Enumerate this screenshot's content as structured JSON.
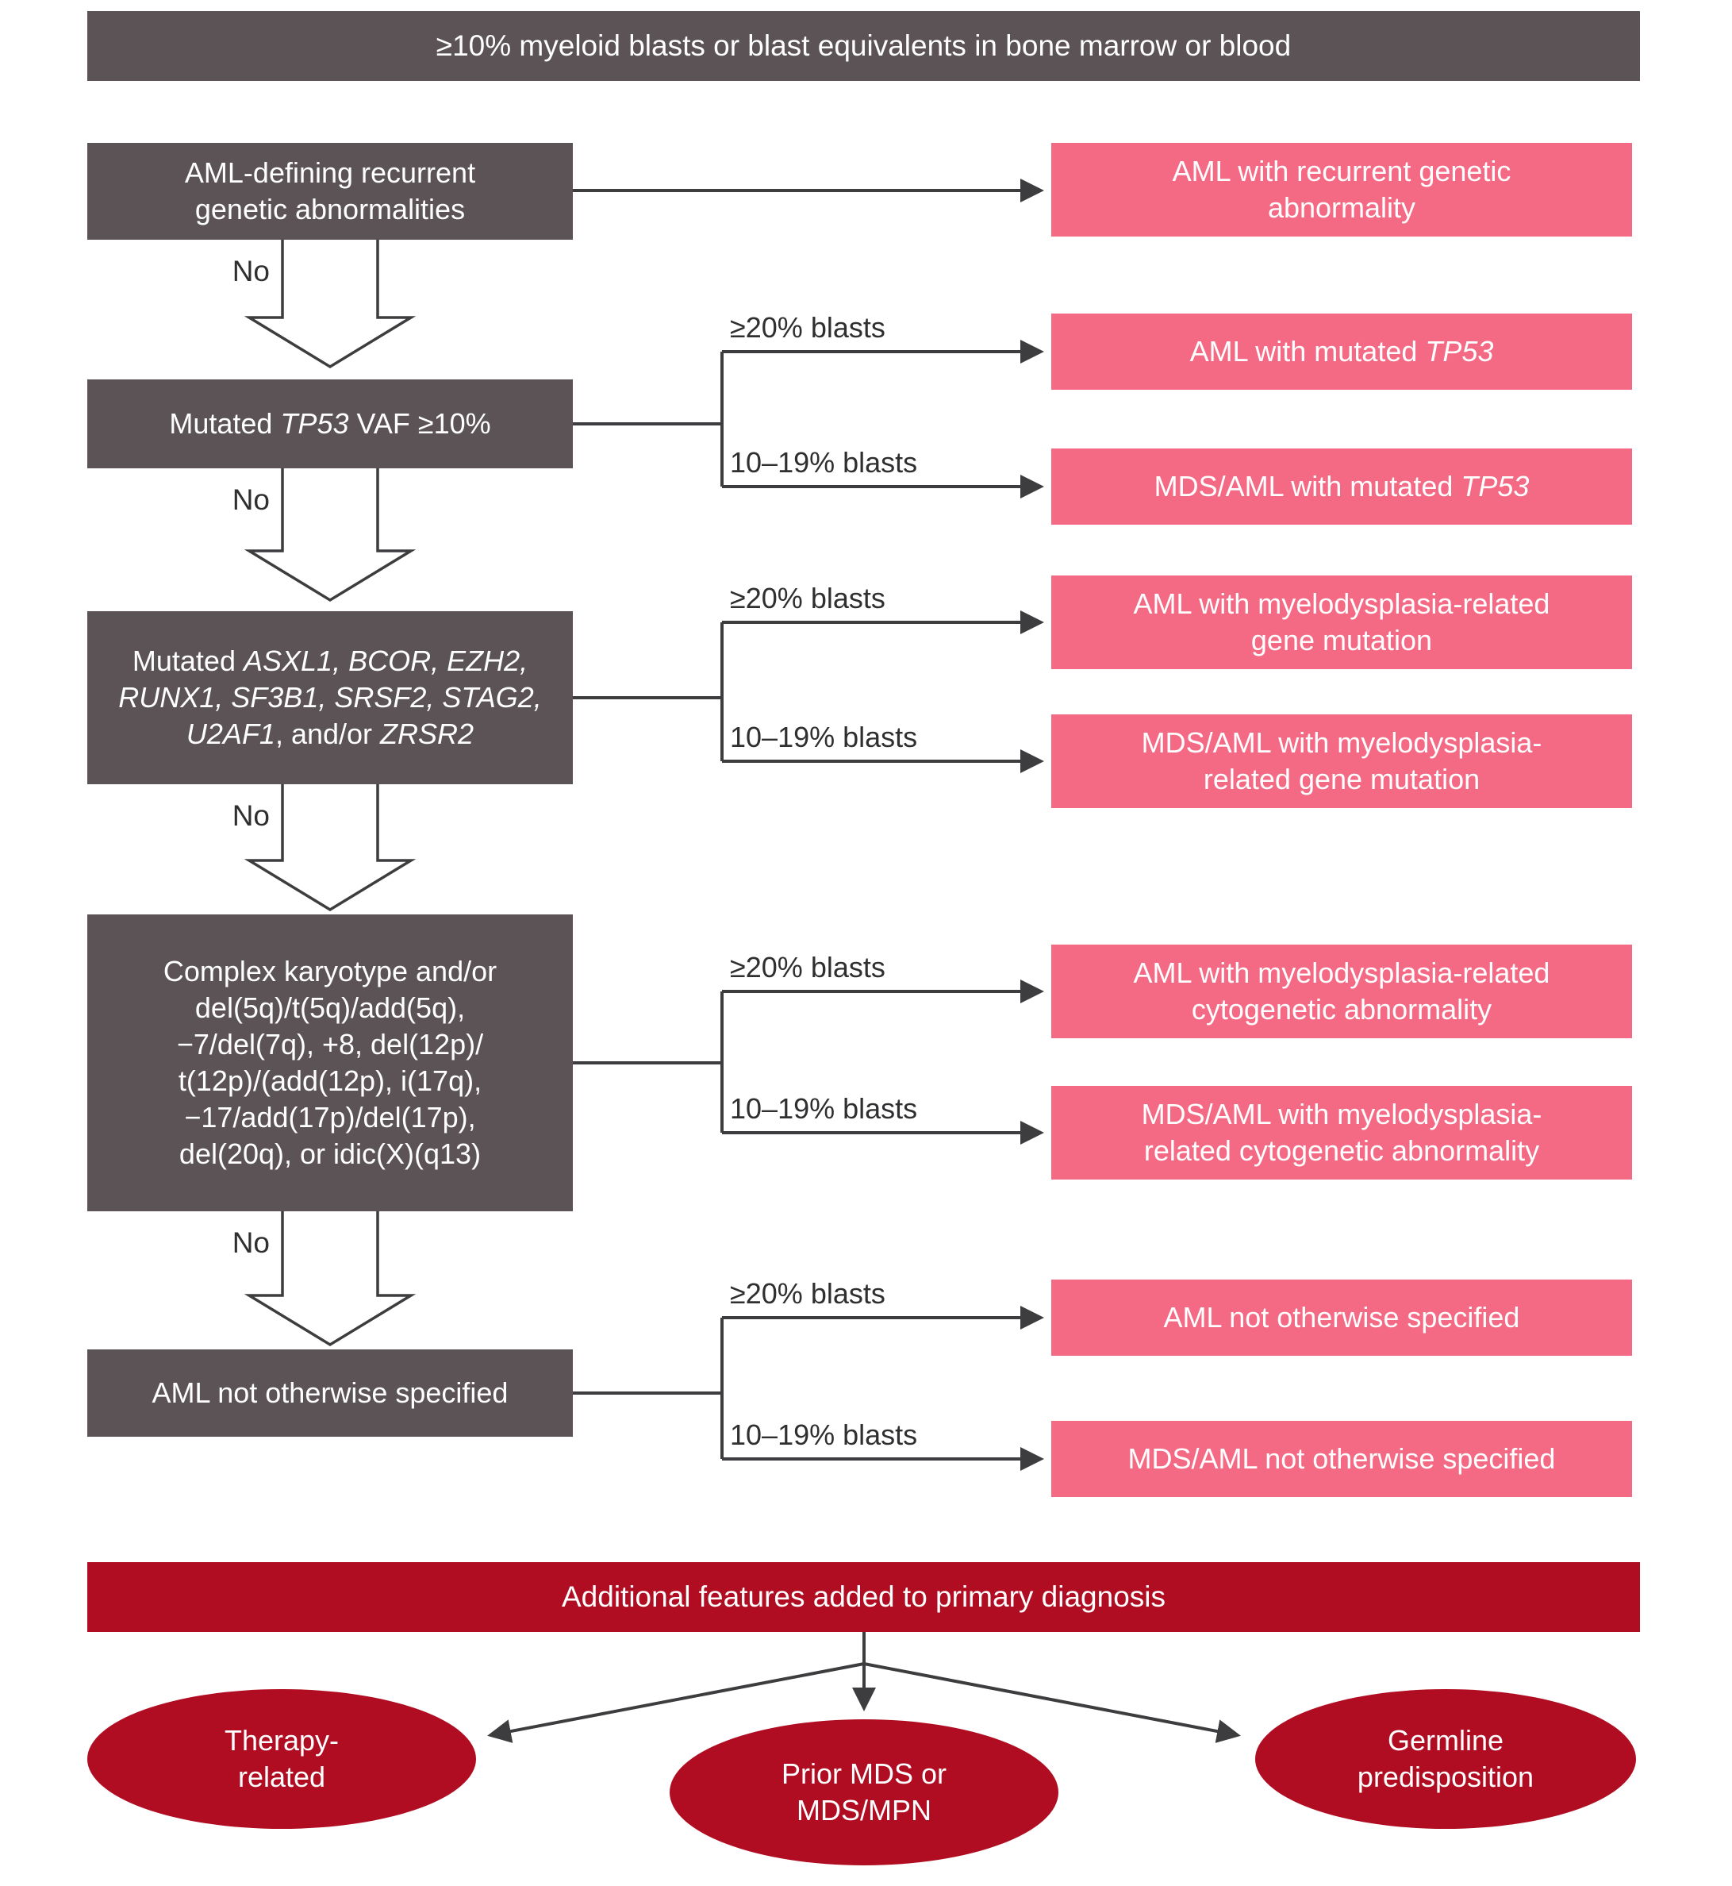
{
  "colors": {
    "gray_box": "#5c5357",
    "pink_box": "#f46a85",
    "crimson": "#b00d22",
    "line": "#3d3c3e",
    "label_text": "#2f2e30",
    "box_text": "#ffffff",
    "background": "#ffffff"
  },
  "top_banner": {
    "text": "≥10% myeloid blasts or blast equivalents in bone marrow or blood"
  },
  "decisions": [
    {
      "label": "AML-defining recurrent\ngenetic abnormalities"
    },
    {
      "label_rich": [
        {
          "t": "Mutated "
        },
        {
          "t": "TP53",
          "i": true
        },
        {
          "t": " VAF ≥10%"
        }
      ],
      "no_label": "No",
      "branch_top": "≥20% blasts",
      "branch_bottom": "10–19% blasts"
    },
    {
      "label_rich": [
        {
          "t": "Mutated "
        },
        {
          "t": "ASXL1, BCOR, EZH2,\nRUNX1, SF3B1, SRSF2, STAG2,\nU2AF1",
          "i": true
        },
        {
          "t": ", and/or "
        },
        {
          "t": "ZRSR2",
          "i": true
        }
      ],
      "no_label": "No",
      "branch_top": "≥20% blasts",
      "branch_bottom": "10–19% blasts"
    },
    {
      "label": "Complex karyotype and/or\ndel(5q)/t(5q)/add(5q),\n−7/del(7q), +8, del(12p)/\nt(12p)/(add(12p), i(17q),\n−17/add(17p)/del(17p),\ndel(20q), or idic(X)(q13)",
      "no_label": "No",
      "branch_top": "≥20% blasts",
      "branch_bottom": "10–19% blasts"
    },
    {
      "label": "AML not otherwise specified",
      "no_label": "No",
      "branch_top": "≥20% blasts",
      "branch_bottom": "10–19% blasts"
    }
  ],
  "outcomes": [
    {
      "label": "AML with recurrent genetic\nabnormality"
    },
    {
      "label_rich": [
        {
          "t": "AML with mutated "
        },
        {
          "t": "TP53",
          "i": true
        }
      ]
    },
    {
      "label_rich": [
        {
          "t": "MDS/AML with mutated "
        },
        {
          "t": "TP53",
          "i": true
        }
      ]
    },
    {
      "label": "AML with myelodysplasia-related\ngene mutation"
    },
    {
      "label": "MDS/AML with myelodysplasia-\nrelated gene mutation"
    },
    {
      "label": "AML with myelodysplasia-related\ncytogenetic abnormality"
    },
    {
      "label": "MDS/AML with myelodysplasia-\nrelated cytogenetic abnormality"
    },
    {
      "label": "AML not otherwise specified"
    },
    {
      "label": "MDS/AML not otherwise specified"
    }
  ],
  "footer": {
    "banner": "Additional features added to primary diagnosis",
    "features": [
      {
        "label": "Therapy-\nrelated"
      },
      {
        "label": "Prior MDS or\nMDS/MPN"
      },
      {
        "label": "Germline\npredisposition"
      }
    ]
  }
}
